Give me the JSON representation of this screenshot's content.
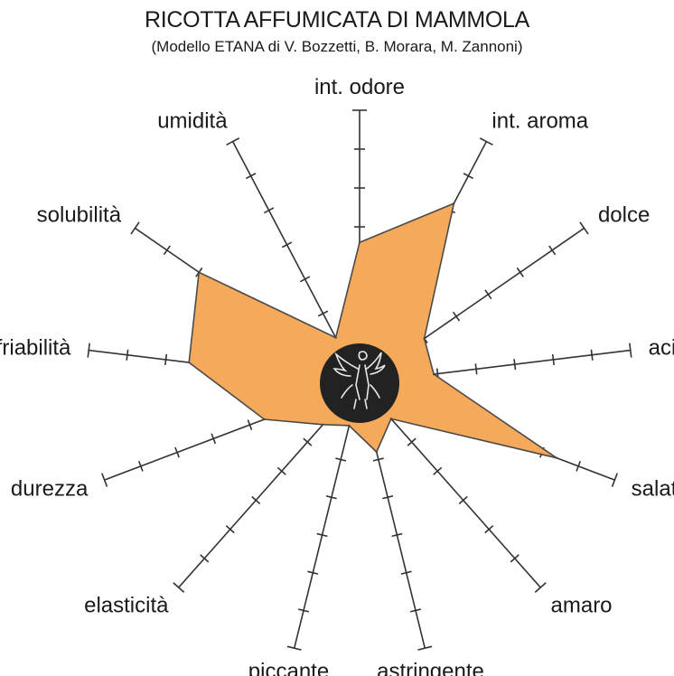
{
  "chart_data": {
    "type": "radar",
    "title": "RICOTTA AFFUMICATA DI MAMMOLA",
    "subtitle": "(Modello ETANA di V. Bozzetti, B. Morara, M. Zannoni)",
    "axes": [
      "int. odore",
      "int. aroma",
      "dolce",
      "acido",
      "salato",
      "amaro",
      "astringente",
      "piccante",
      "elasticità",
      "durezza",
      "friabilità",
      "solubilità",
      "umidità"
    ],
    "scale_max": 6,
    "series": [
      {
        "values": [
          2.6,
          4.2,
          1.0,
          0.9,
          4.4,
          0.2,
          0.8,
          0.1,
          0.4,
          1.6,
          3.4,
          4.0,
          0.3
        ]
      }
    ],
    "fill_color": "#f5a95a",
    "stroke_color": "#4a4a4a",
    "center_badge": "medallion-icon"
  }
}
